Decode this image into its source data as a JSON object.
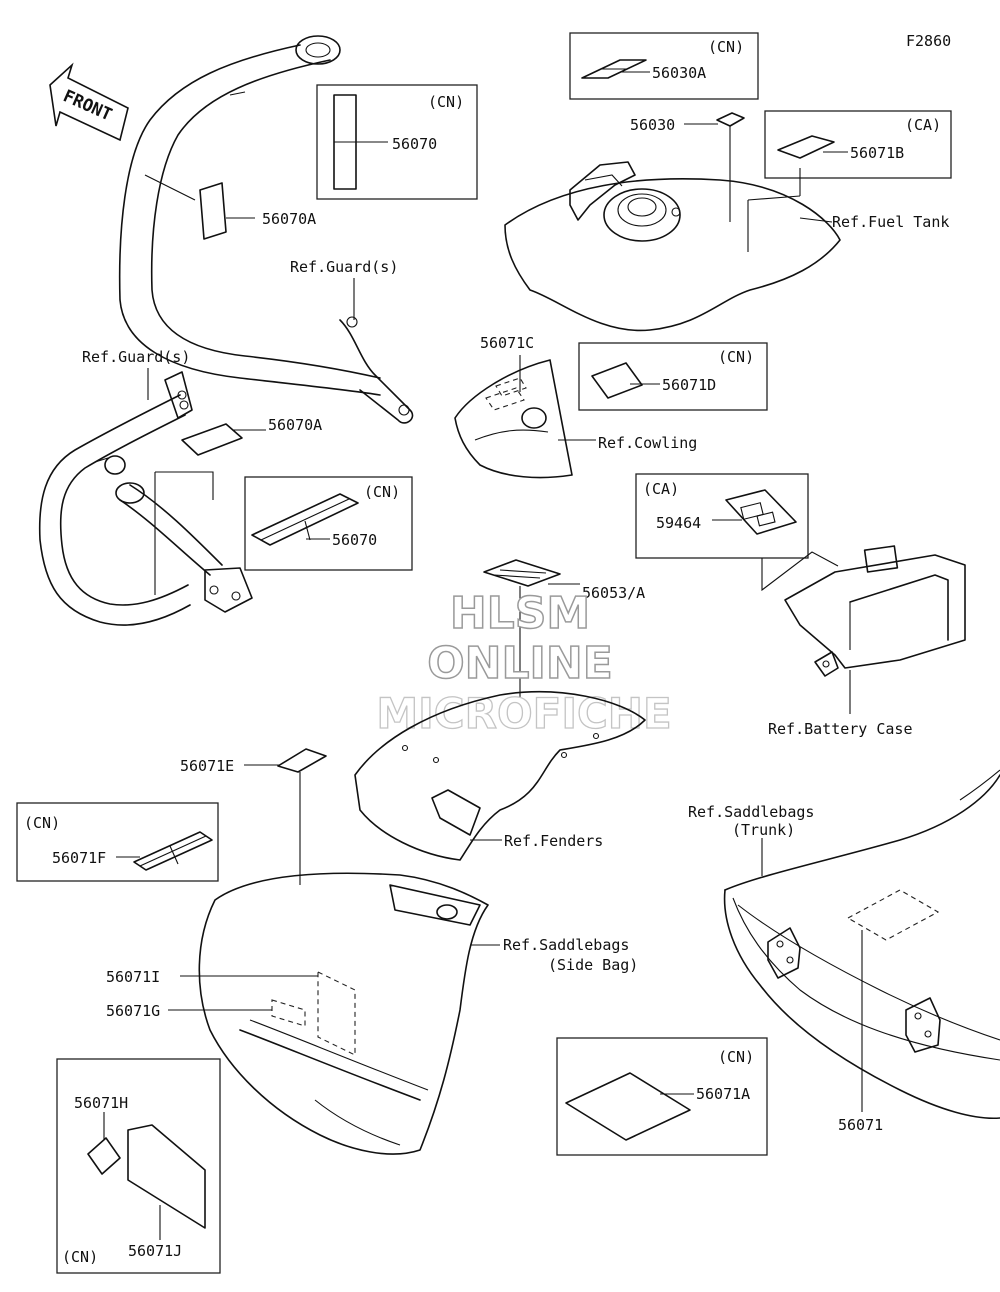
{
  "figure_code": "F2860",
  "front_arrow": "FRONT",
  "watermark": {
    "line1": "HLSM",
    "line2": "ONLINE",
    "line3": "MICROFICHE"
  },
  "labels": {
    "p56030A": "56030A",
    "p56030": "56030",
    "p56071B": "56071B",
    "p56070_top": "56070",
    "p56070A_top": "56070A",
    "p56071C": "56071C",
    "p56071D": "56071D",
    "p56070A_mid": "56070A",
    "p56070_mid": "56070",
    "p59464": "59464",
    "p56053A": "56053/A",
    "p56071E": "56071E",
    "p56071F": "56071F",
    "p56071I": "56071I",
    "p56071G": "56071G",
    "p56071H": "56071H",
    "p56071J": "56071J",
    "p56071A": "56071A",
    "p56071": "56071"
  },
  "refs": {
    "fuel_tank": "Ref.Fuel Tank",
    "guard_top": "Ref.Guard(s)",
    "guard_left": "Ref.Guard(s)",
    "cowling": "Ref.Cowling",
    "battery_case": "Ref.Battery Case",
    "fenders": "Ref.Fenders",
    "saddlebags_trunk_1": "Ref.Saddlebags",
    "saddlebags_trunk_2": "(Trunk)",
    "saddlebags_side_1": "Ref.Saddlebags",
    "saddlebags_side_2": "(Side Bag)"
  },
  "region_tags": {
    "cn_56030A": "(CN)",
    "ca_56071B": "(CA)",
    "cn_56070_top": "(CN)",
    "cn_56071D": "(CN)",
    "cn_56070_mid": "(CN)",
    "ca_59464": "(CA)",
    "cn_56071F": "(CN)",
    "cn_56071A": "(CN)",
    "cn_56071HJ": "(CN)"
  }
}
